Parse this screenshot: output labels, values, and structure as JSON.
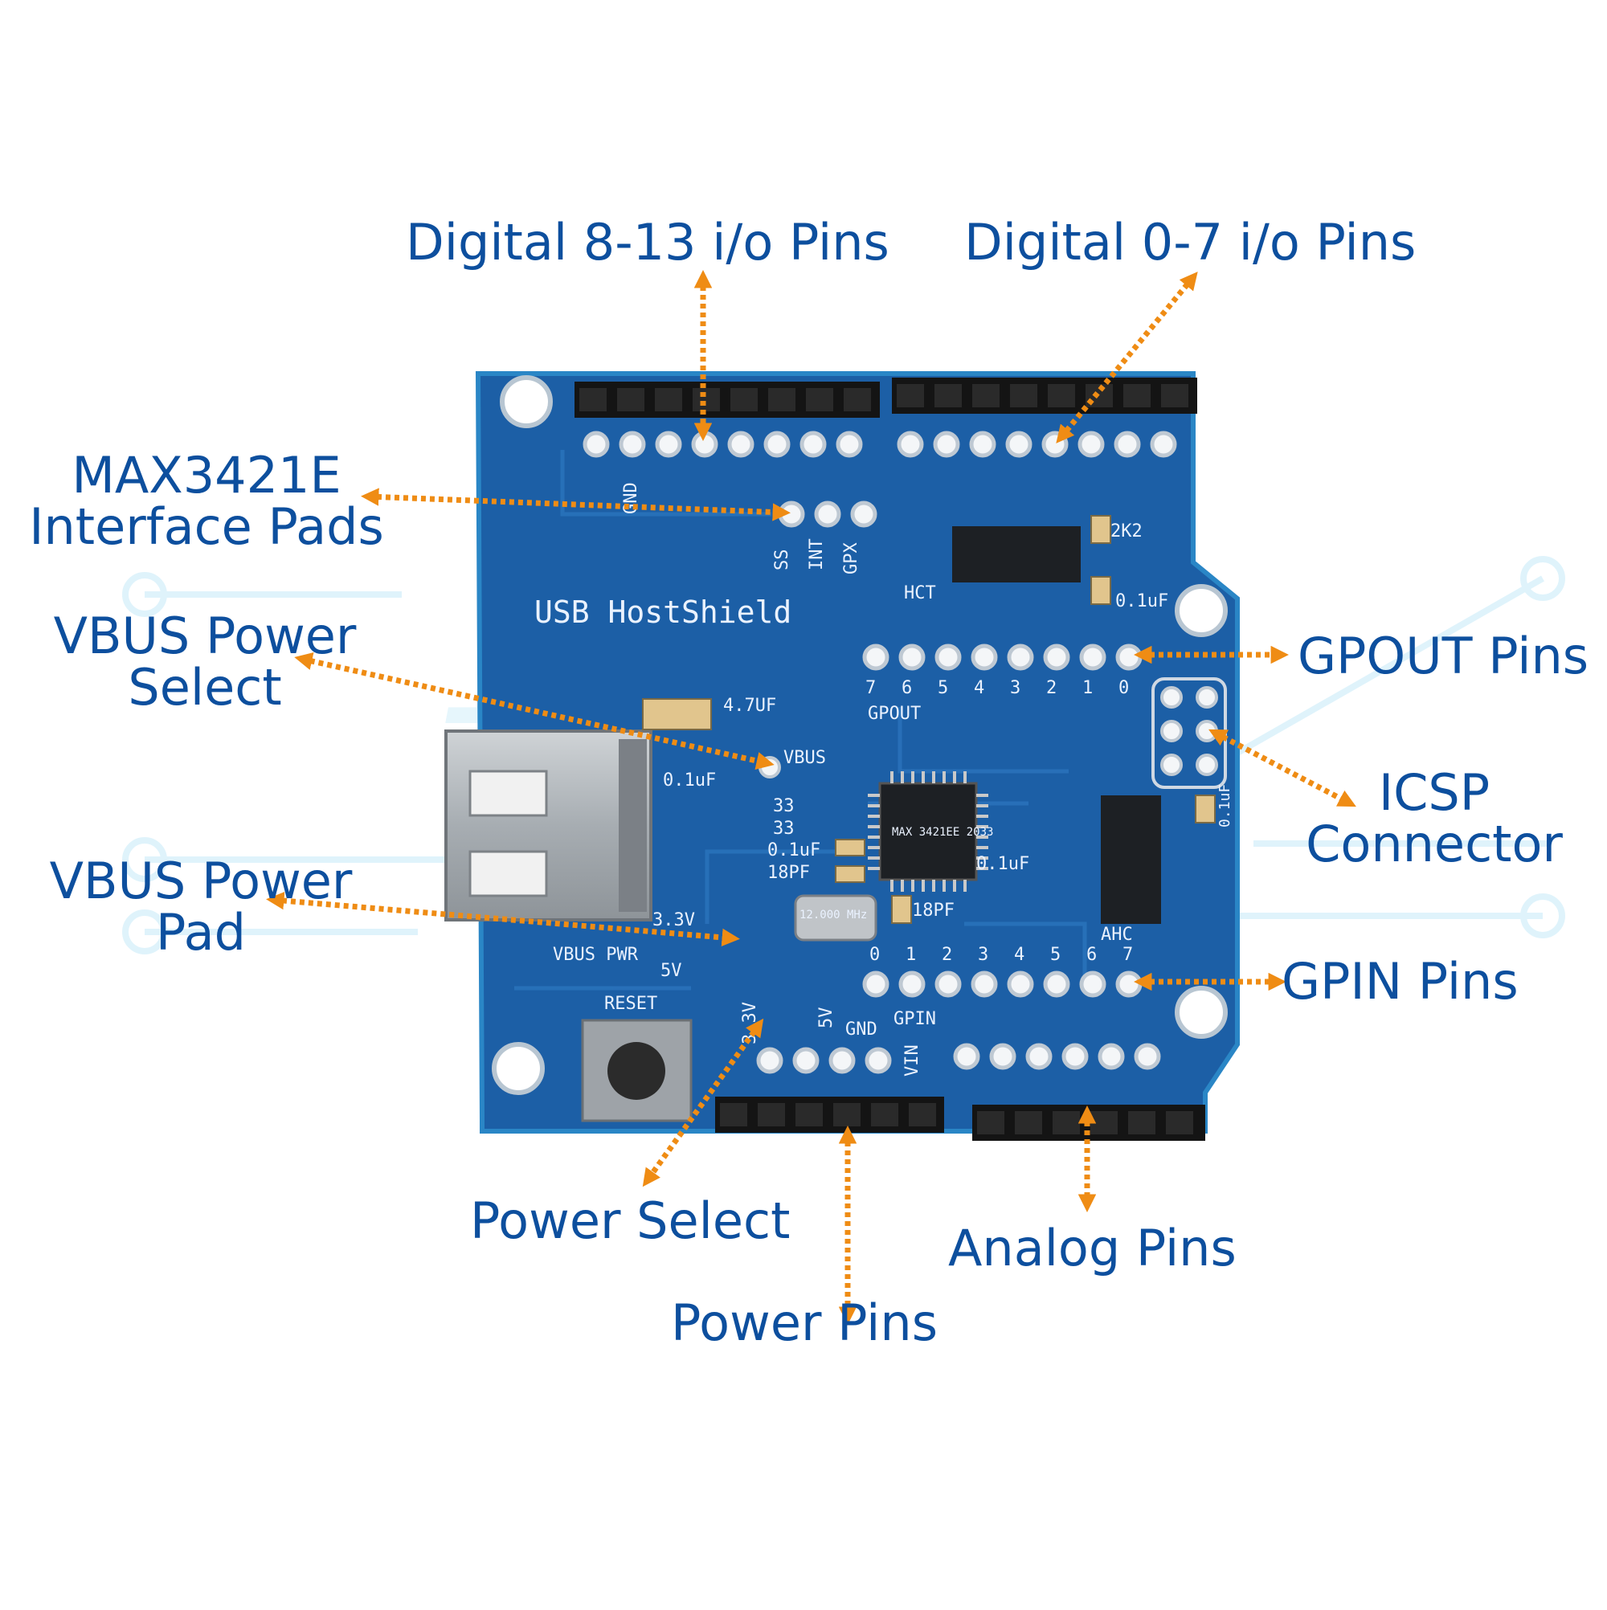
{
  "board": {
    "title": "USB HostShield",
    "labels": {
      "gnd_top": "GND",
      "ss": "SS",
      "int": "INT",
      "gpx": "GPX",
      "r_2k2": "2K2",
      "hct": "HCT",
      "cap_01uf_top": "0.1uF",
      "cap_47uf": "4.7UF",
      "cap_01uf_left": "0.1uF",
      "vbus": "VBUS",
      "r33a": "33",
      "r33b": "33",
      "cap_01uf_mid": "0.1uF",
      "pf18_left": "18PF",
      "cap_01uf_right": "0.1uF",
      "pf18_right": "18PF",
      "crystal": "12.000 MHz",
      "chip_main": "MAX 3421EE 2033",
      "ahc": "AHC",
      "cap_01uf_icsp": "0.1uF",
      "v33_top": "3.3V",
      "vbus_pwr": "VBUS PWR",
      "v5_left": "5V",
      "reset": "RESET",
      "v33_rot": "3.3V",
      "v5_rot": "5V",
      "gnd_bottom": "GND",
      "vin": "VIN",
      "gpout": "GPOUT",
      "gpin": "GPIN"
    },
    "gpout_numbers": [
      "7",
      "6",
      "5",
      "4",
      "3",
      "2",
      "1",
      "0"
    ],
    "gpin_numbers": [
      "0",
      "1",
      "2",
      "3",
      "4",
      "5",
      "6",
      "7"
    ]
  },
  "callouts": {
    "digital_8_13": "Digital 8-13 i/o Pins",
    "digital_0_7": "Digital 0-7 i/o Pins",
    "max3421e_line1": "MAX3421E",
    "max3421e_line2": "Interface Pads",
    "vbus_select_line1": "VBUS Power",
    "vbus_select_line2": "Select",
    "vbus_pad_line1": "VBUS Power",
    "vbus_pad_line2": "Pad",
    "gpout_pins": "GPOUT Pins",
    "icsp_line1": "ICSP",
    "icsp_line2": "Connector",
    "gpin_pins": "GPIN Pins",
    "power_select": "Power Select",
    "power_pins": "Power Pins",
    "analog_pins": "Analog Pins"
  },
  "colors": {
    "label_blue": "#0d4f9e",
    "arrow_orange": "#ef8c14",
    "pcb_blue": "#1c5fa6",
    "pcb_edge": "#2a86c6",
    "watermark": "#dff3fb"
  }
}
